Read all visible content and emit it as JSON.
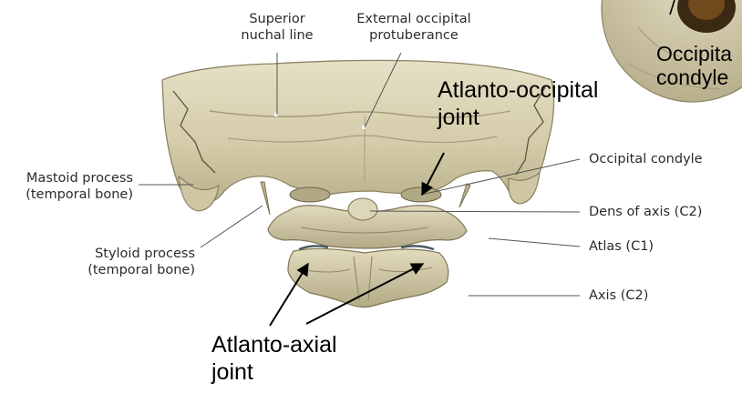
{
  "labels": {
    "superior_nuchal_line": "Superior\nnuchal line",
    "external_occipital_protuberance": "External occipital\nprotuberance",
    "mastoid_process": "Mastoid process\n(temporal bone)",
    "styloid_process": "Styloid process\n(temporal bone)",
    "occipital_condyle": "Occipital condyle",
    "dens_of_axis": "Dens of axis (C2)",
    "atlas": "Atlas (C1)",
    "axis": "Axis (C2)"
  },
  "annotations": {
    "atlanto_occipital_joint": "Atlanto-occipital\njoint",
    "atlanto_axial_joint": "Atlanto-axial\njoint"
  },
  "inset": {
    "label": "Occipita\ncondyle"
  },
  "colors": {
    "bone": "#d9d2b2",
    "bone_shadow": "#a89f7c",
    "bone_dark": "#6f6848",
    "leader": "#555555",
    "annotation_arrow": "#000000"
  }
}
